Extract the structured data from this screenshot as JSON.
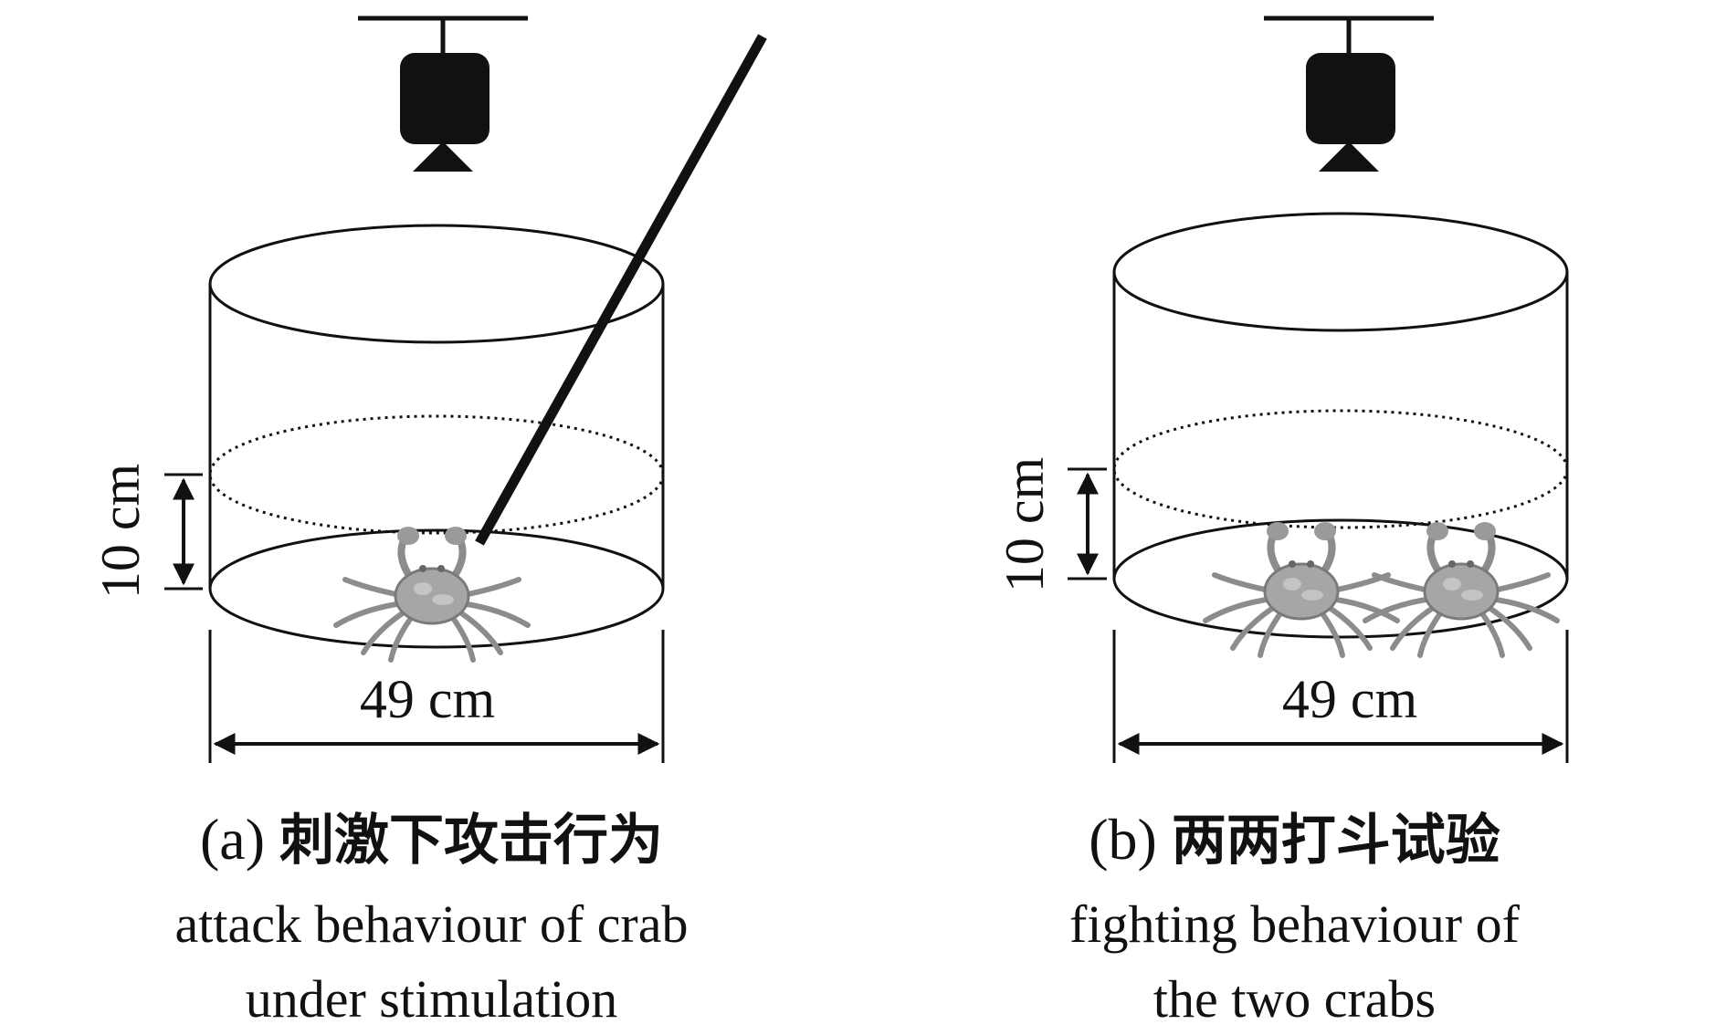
{
  "panels": [
    {
      "id": "a",
      "label": "(a)",
      "title_cn": "刺激下攻击行为",
      "title_en_line1": "attack behaviour of crab",
      "title_en_line2": "under stimulation",
      "height_label": "10 cm",
      "diameter_label": "49 cm",
      "crab_count": 1,
      "has_stimulus_rod": true,
      "icons": [
        "camera-icon",
        "crab-icon",
        "stimulus-rod-icon"
      ]
    },
    {
      "id": "b",
      "label": "(b)",
      "title_cn": "两两打斗试验",
      "title_en_line1": "fighting behaviour of",
      "title_en_line2": "the two crabs",
      "height_label": "10 cm",
      "diameter_label": "49 cm",
      "crab_count": 2,
      "has_stimulus_rod": false,
      "icons": [
        "camera-icon",
        "crab-icon"
      ]
    }
  ],
  "colors": {
    "ink": "#111111",
    "crab": "#8c8c8c"
  }
}
